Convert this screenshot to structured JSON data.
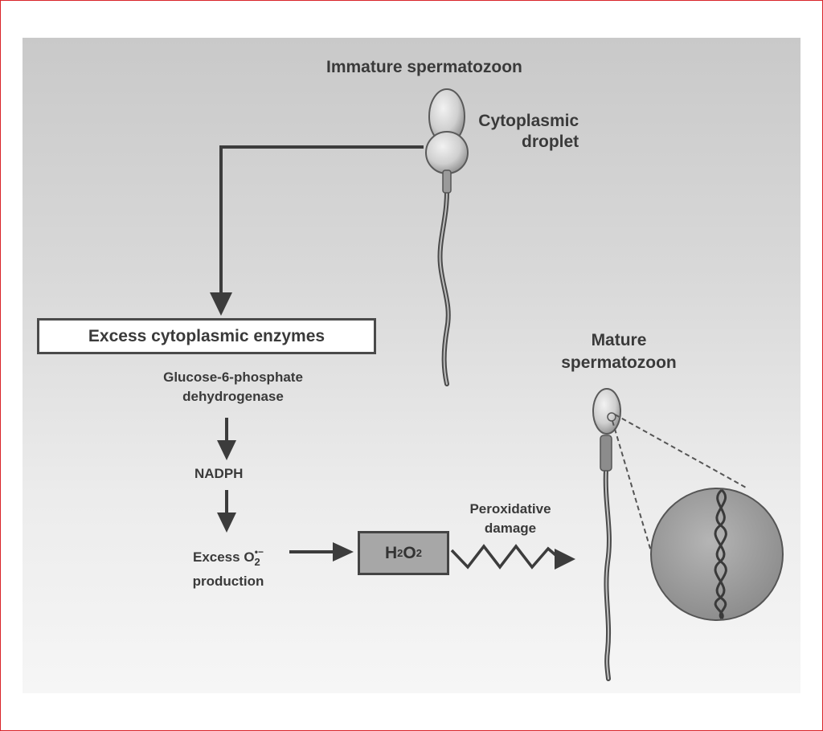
{
  "labels": {
    "immature": "Immature spermatozoon",
    "droplet_line1": "Cytoplasmic",
    "droplet_line2": "droplet",
    "enzymes": "Excess cytoplasmic enzymes",
    "g6pd_line1": "Glucose-6-phosphate",
    "g6pd_line2": "dehydrogenase",
    "nadph": "NADPH",
    "excess_prefix": "Excess O",
    "o2_sub": "2",
    "o2_sup": "•−",
    "production": "production",
    "h2o2_h": "H",
    "h2o2_sub1": "2",
    "h2o2_o": "O",
    "h2o2_sub2": "2",
    "perox_line1": "Peroxidative",
    "perox_line2": "damage",
    "mature_line1": "Mature",
    "mature_line2": "spermatozoon"
  },
  "colors": {
    "frame": "#d9252a",
    "arrow": "#3c3c3c",
    "text": "#3a3a3a",
    "h2o2_fill": "#a7a7a7",
    "zoom_circle_fill": "#9a9a9a"
  }
}
